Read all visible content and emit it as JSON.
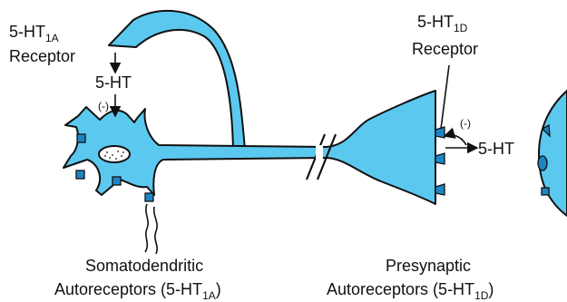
{
  "colors": {
    "membrane": "#5bc8ef",
    "outline": "#111111",
    "receptor": "#1c86c4",
    "background": "#ffffff"
  },
  "labels": {
    "somatodendritic_receptor": {
      "prefix": "5-HT",
      "subscript": "1A",
      "line2": "Receptor"
    },
    "somatodendritic_transmitter": "5-HT",
    "somatodendritic_inhibition": "(-)",
    "presynaptic_receptor": {
      "prefix": "5-HT",
      "subscript": "1D",
      "line2": "Receptor"
    },
    "presynaptic_inhibition": "(-)",
    "presynaptic_transmitter": "5-HT",
    "somatodendritic_caption": {
      "line1": "Somatodendritic",
      "line2_prefix": "Autoreceptors (5-HT",
      "line2_sub": "1A",
      "line2_suffix": ")"
    },
    "presynaptic_caption": {
      "line1": "Presynaptic",
      "line2_prefix": "Autoreceptors (5-HT",
      "line2_sub": "1D",
      "line2_suffix": ")"
    }
  }
}
